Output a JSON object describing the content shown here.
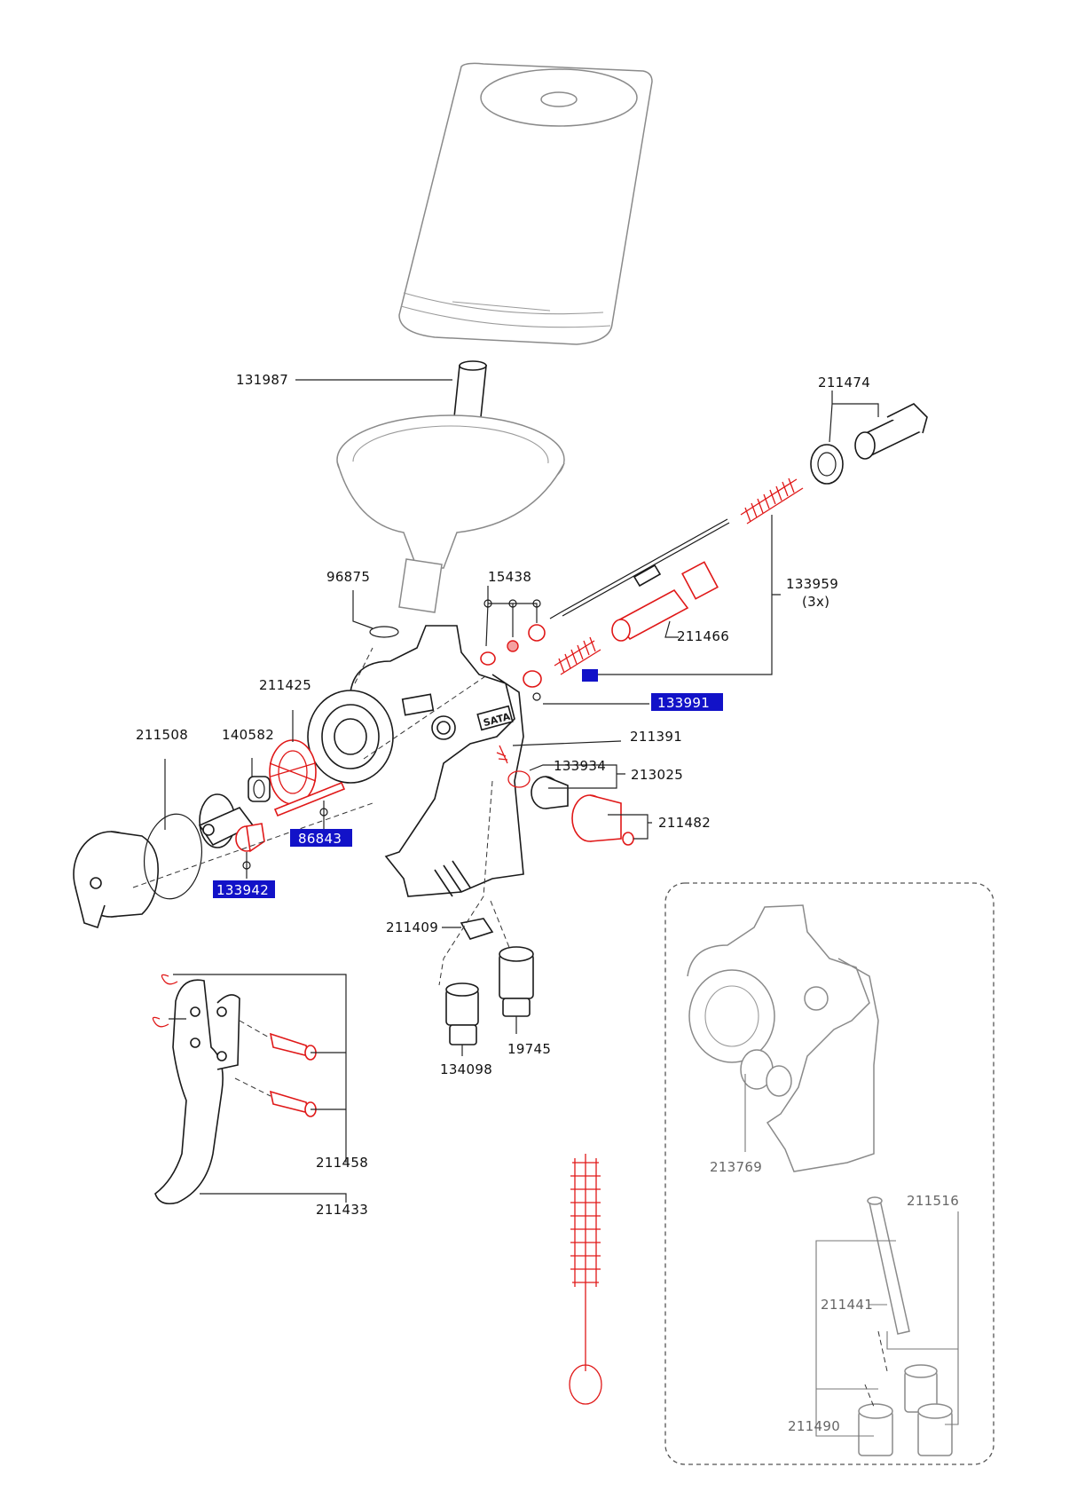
{
  "parts": {
    "p131987": "131987",
    "p211474": "211474",
    "p96875": "96875",
    "p15438": "15438",
    "p133959": "133959",
    "p133959_qty": "(3x)",
    "p211466": "211466",
    "p211425": "211425",
    "p133991": "133991",
    "p211508": "211508",
    "p140582": "140582",
    "p211391": "211391",
    "p133934": "133934",
    "p213025": "213025",
    "p211482": "211482",
    "p86843": "86843",
    "p133942": "133942",
    "p211409": "211409",
    "p134098": "134098",
    "p19745": "19745",
    "p211458": "211458",
    "p211433": "211433",
    "p213769": "213769",
    "p211516": "211516",
    "p211441": "211441",
    "p211490": "211490"
  },
  "gun_logo": "SATA",
  "highlighted_labels": [
    "133991",
    "86843",
    "133942"
  ],
  "colors": {
    "highlight": "#1212c8",
    "accent_parts": "#e01818",
    "outline": "#1a1a1a",
    "ghost": "#8a8a8a"
  }
}
